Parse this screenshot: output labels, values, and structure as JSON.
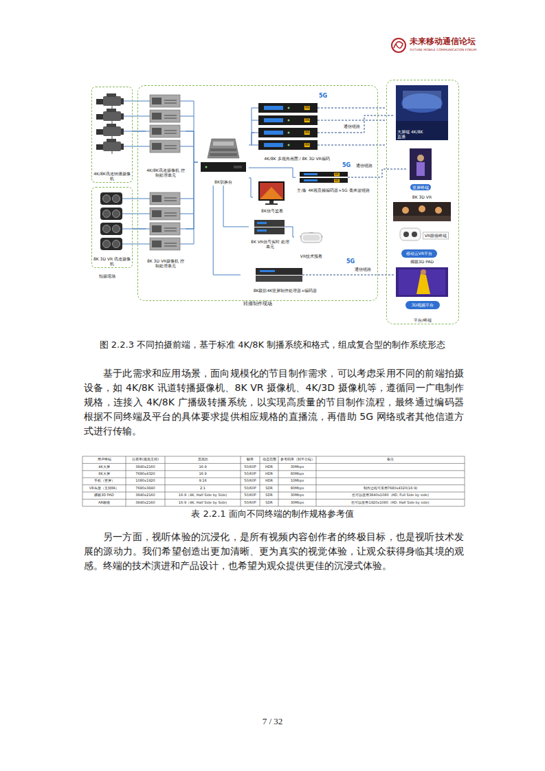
{
  "diagram": {
    "caption": "图 2.2.3 不同拍摄前端，基于标准 4K/8K 制播系统和格式，组成复合型的制作系统形态",
    "nodes": [
      {
        "text": [
          "4K/8K讯道转播摄像机"
        ]
      },
      {
        "text": [
          "8K 3D VR 讯道摄像机"
        ]
      },
      {
        "text": [
          "转播制作现场"
        ]
      },
      {
        "text": [
          "4K/8K讯道摄像机 控制处理单元"
        ],
        "in": 2
      },
      {
        "text": [
          "8K 3D VR摄像机 控制处理单元"
        ],
        "in": 2
      },
      {
        "text": [
          "8K切换台"
        ],
        "in": 2
      },
      {
        "text": [
          "4K/8K 多视角画面 / 8K 3D VR编码"
        ],
        "in": 2
      },
      {
        "text": [
          "主/备 4K视音频编码器+5G 毫米波链路"
        ],
        "in": 2
      },
      {
        "text": [
          "8K信号监看"
        ],
        "in": 2
      },
      {
        "text": [
          "8K VR信号实时 处理单元"
        ],
        "in": 2
      },
      {
        "text": [
          "VR技术预看"
        ],
        "in": 2
      },
      {
        "text": [
          "8K裁切4K竖屏制作处理器+编码器"
        ],
        "in": 2
      },
      {
        "text": [
          "平台/终端"
        ]
      },
      {
        "text": [
          "大屏端 4K/8K直播"
        ],
        "in": 12
      },
      {
        "text": [
          "竖屏终端"
        ],
        "in": 12
      },
      {
        "text": [
          "8K 3D VR"
        ],
        "in": 12
      },
      {
        "text": [
          "VR眼镜终端"
        ],
        "in": 12
      },
      {
        "text": [
          "移动云VR平台"
        ],
        "in": 12
      },
      {
        "text": [
          "裸眼3D PAD"
        ],
        "in": 12
      },
      {
        "text": [
          "3D视频平台"
        ],
        "in": 12
      }
    ],
    "edges": [
      {
        "from": 0,
        "to": 3,
        "arrow": "none"
      },
      {
        "from": 1,
        "to": 4,
        "arrow": "none"
      },
      {
        "from": 3,
        "to": 5,
        "arrow": "none"
      },
      {
        "from": 4,
        "to": 5,
        "arrow": "none"
      },
      {
        "from": 5,
        "to": 6,
        "arrow": "none"
      },
      {
        "from": 5,
        "to": 7,
        "arrow": "none"
      },
      {
        "from": 5,
        "to": 8,
        "arrow": "none"
      },
      {
        "from": 5,
        "to": 9,
        "arrow": "none"
      },
      {
        "from": 9,
        "to": 10,
        "arrow": "none"
      },
      {
        "from": 5,
        "to": 11,
        "arrow": "none"
      },
      {
        "from": 6,
        "to": 13,
        "arrow": "none",
        "label": "通信链路"
      },
      {
        "from": 7,
        "to": 14,
        "arrow": "none",
        "label": "通信链路"
      },
      {
        "from": 11,
        "to": 18,
        "arrow": "none",
        "label": "通信链路"
      }
    ],
    "labels": [
      "未来移动通信论坛",
      "FUTURE MOBILE COMMUNICATION FORUM",
      "拍摄现场",
      "5G",
      "5G",
      "5G",
      "8K",
      "8K",
      "8K",
      "8K",
      "8K",
      "8K",
      "基于此需求和应用场景，面向规模化的节目制作需求，可以考虑采用不同的前端拍摄设备，如 4K/8K 讯道转播摄像机、8K VR 摄像机、4K/3D 摄像机等，遵循同一广电制作规格，连接入 4K/8K 广播级转播系统，以实现高质量的节目制作流程，最终通过编码器根据不同终端及平台的具体要求提供相应规格的直播流，再借助 5G 网络或者其他信道方式进行传输。",
      "用户终端",
      "分辨率(最高支持)",
      "宽高比",
      "帧率",
      "动态范围",
      "参考码率（到平台端）",
      "备注",
      "4K大屏",
      "3840x2160",
      "16:9",
      "50/60P",
      "HDR",
      "30Mbps",
      "8K大屏",
      "7680x4320",
      "16:9",
      "50/60P",
      "HDR",
      "80Mbps",
      "手机（竖屏）",
      "1080x1920",
      "9:16",
      "50/60P",
      "HDR",
      "10Mbps",
      "VR头显（支持8K）",
      "7680x3840",
      "2:1",
      "50/60P",
      "SDR",
      "80Mbps",
      "制作过程可采用7680x4320(16:9)",
      "裸眼3D PAD",
      "3840x2160",
      "16:9（4K, Half Side by Side)",
      "50/60P",
      "SDR",
      "30Mbps",
      "也可以使用3840x1080（HD, Full Side by side)",
      "AR眼镜",
      "3840x2160",
      "16:9（4K, Half Side by Side)",
      "50/60P",
      "SDR",
      "30Mbps",
      "也可以使用1920x1080（HD, Half Side by side)",
      "表 2.2.1 面向不同终端的制作规格参考值",
      "另一方面，视听体验的沉浸化，是所有视频内容创作者的终极目标，也是视听技术发展的源动力。我们希望创造出更加清晰、更为真实的视觉体验，让观众获得身临其境的观感。终端的技术演进和产品设计，也希望为观众提供更佳的沉浸式体验。",
      "7 / 32"
    ]
  }
}
